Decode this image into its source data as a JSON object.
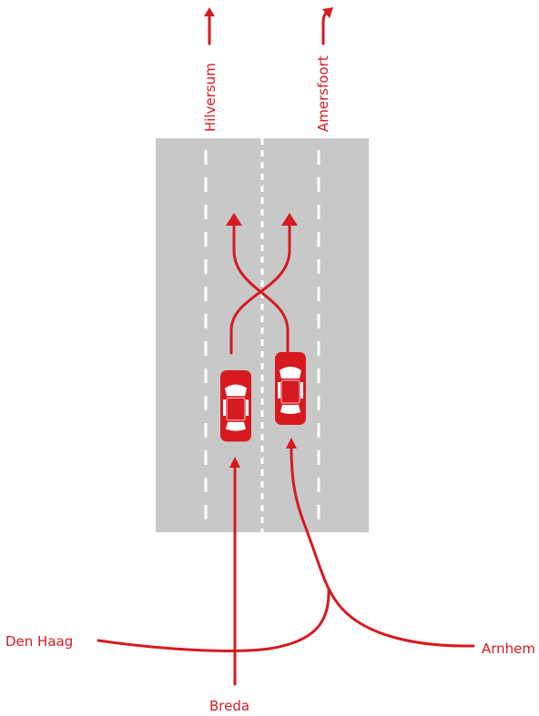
{
  "labels": {
    "top_left": "Hilversum",
    "top_right": "Amersfoort",
    "left": "Den Haag",
    "bottom": "Breda",
    "right": "Arnhem"
  },
  "colors": {
    "accent": "#d71920",
    "road": "#c8c8c8",
    "lane_marking": "#ffffff",
    "background": "#ffffff"
  },
  "vehicles": [
    {
      "type": "car",
      "lane": "left"
    },
    {
      "type": "car",
      "lane": "right"
    }
  ],
  "icons": [
    "arrow-up-icon",
    "arrow-up-right-icon",
    "car-icon"
  ]
}
